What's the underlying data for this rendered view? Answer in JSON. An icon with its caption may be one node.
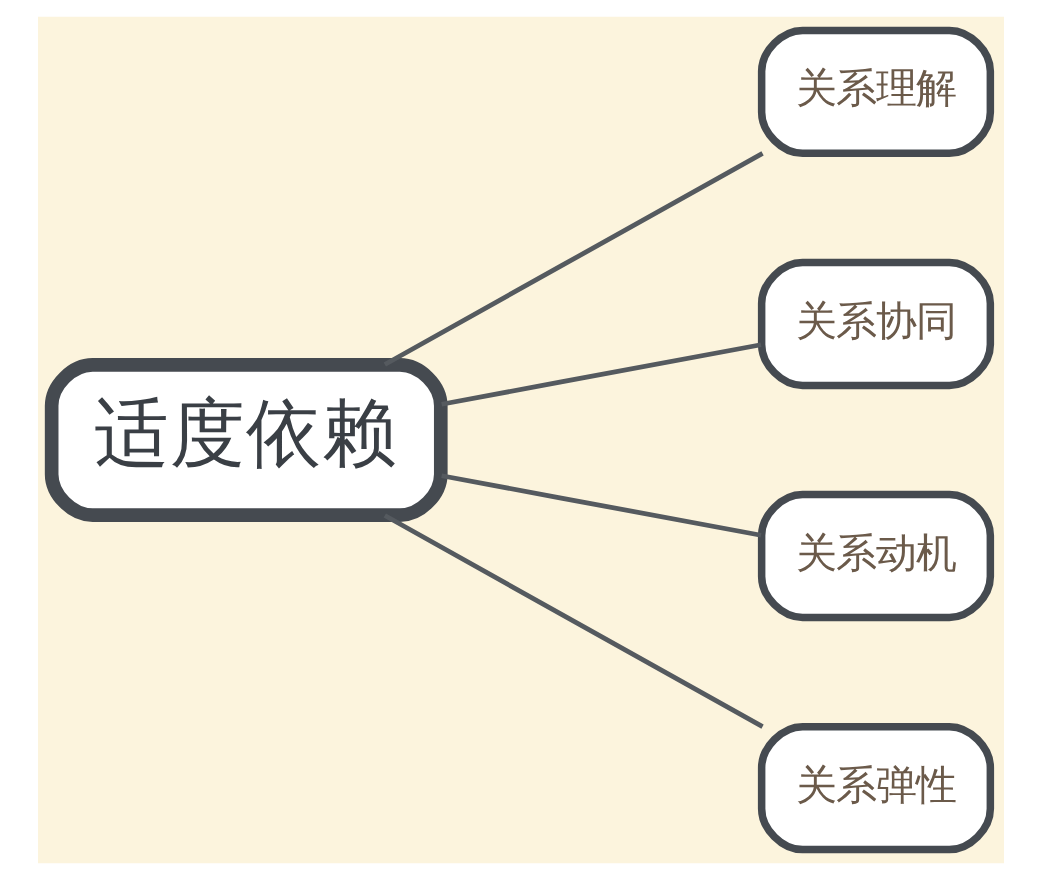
{
  "diagram": {
    "nodes": [
      {
        "text": [
          "适度依赖"
        ]
      },
      {
        "text": [
          "关系理解"
        ]
      },
      {
        "text": [
          "关系协同"
        ]
      },
      {
        "text": [
          "关系动机"
        ]
      },
      {
        "text": [
          "关系弹性"
        ]
      }
    ],
    "edges": [
      {
        "from": 0,
        "to": 1,
        "arrow": "none"
      },
      {
        "from": 0,
        "to": 2,
        "arrow": "none"
      },
      {
        "from": 0,
        "to": 3,
        "arrow": "none"
      },
      {
        "from": 0,
        "to": 4,
        "arrow": "none"
      }
    ]
  }
}
